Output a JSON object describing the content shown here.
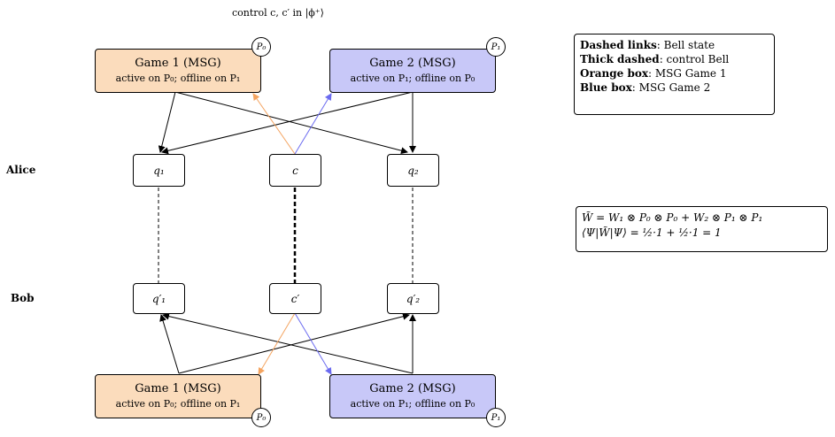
{
  "caption": "control c, c′ in |ϕ⁺⟩",
  "labels": {
    "alice": "Alice",
    "bob": "Bob"
  },
  "games": {
    "top_left": {
      "title": "Game 1 (MSG)",
      "sub": "active on P₀; offline on P₁",
      "badge": "P₀"
    },
    "top_right": {
      "title": "Game 2 (MSG)",
      "sub": "active on P₁; offline on P₀",
      "badge": "P₁"
    },
    "bottom_left": {
      "title": "Game 1 (MSG)",
      "sub": "active on P₀; offline on P₁",
      "badge": "P₀"
    },
    "bottom_right": {
      "title": "Game 2 (MSG)",
      "sub": "active on P₁; offline on P₀",
      "badge": "P₁"
    }
  },
  "nodes": {
    "alice_q1": "q₁",
    "alice_c": "c",
    "alice_q2": "q₂",
    "bob_q1": "q′₁",
    "bob_c": "c′",
    "bob_q2": "q′₂"
  },
  "legend": [
    {
      "key": "Dashed links",
      "text": ": Bell state"
    },
    {
      "key": "Thick dashed",
      "text": ": control Bell"
    },
    {
      "key": "Orange box",
      "text": ": MSG Game 1"
    },
    {
      "key": "Blue box",
      "text": ": MSG Game 2"
    }
  ],
  "formula": {
    "line1": "W̃ = W₁ ⊗ P₀ ⊗ P₀  +  W₂ ⊗ P₁ ⊗ P₁",
    "line2": "⟨Ψ|W̃|Ψ⟩ = ½·1 + ½·1 = 1"
  },
  "colors": {
    "orange_fill": "#fbdcbc",
    "blue_fill": "#c8c8f8",
    "orange_wire": "#f4a460",
    "blue_wire": "#6b6bf0"
  }
}
